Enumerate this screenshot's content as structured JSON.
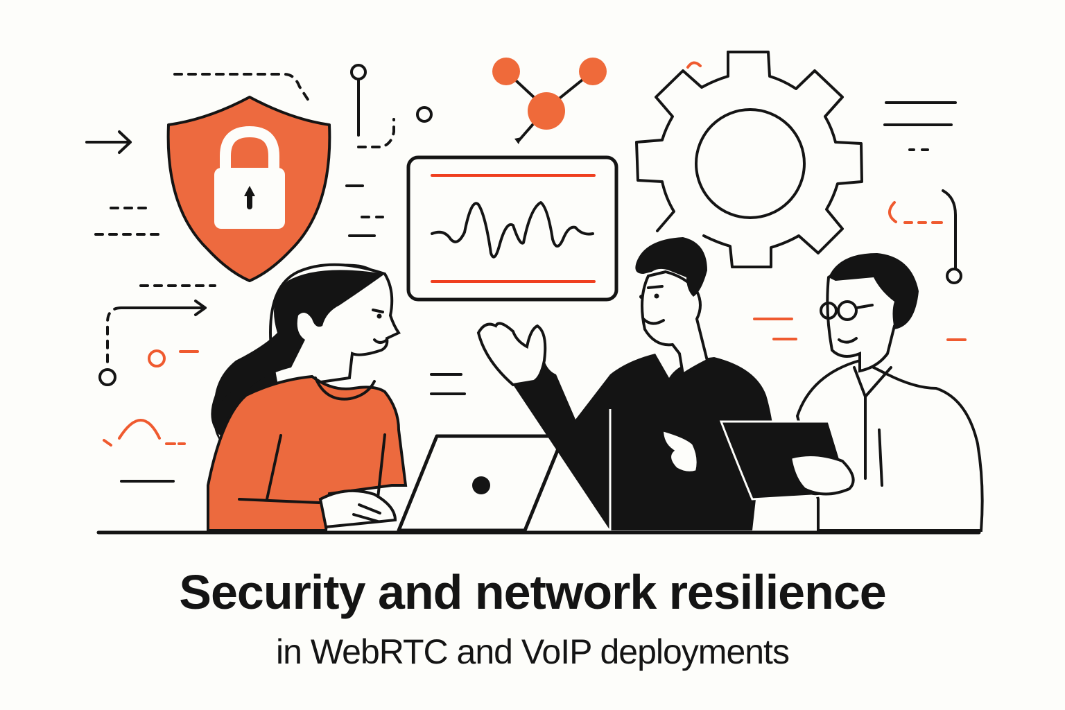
{
  "heading": {
    "title": "Security and network resilience",
    "subtitle": "in WebRTC and VoIP deployments"
  },
  "illustration": {
    "elements": [
      {
        "name": "shield-lock-icon",
        "color": "#ed6a3f"
      },
      {
        "name": "network-nodes-icon",
        "color": "#ef6a3a"
      },
      {
        "name": "waveform-monitor",
        "line_color": "#ef3f1f"
      },
      {
        "name": "gear-icon"
      },
      {
        "name": "woman-with-laptop",
        "shirt_color": "#ec6a3e"
      },
      {
        "name": "man-gesturing"
      },
      {
        "name": "man-with-tablet-and-glasses"
      }
    ],
    "colors": {
      "background": "#fdfdfa",
      "ink": "#141414",
      "accent": "#ed6a3f",
      "accent_line": "#ef3f1f"
    }
  }
}
